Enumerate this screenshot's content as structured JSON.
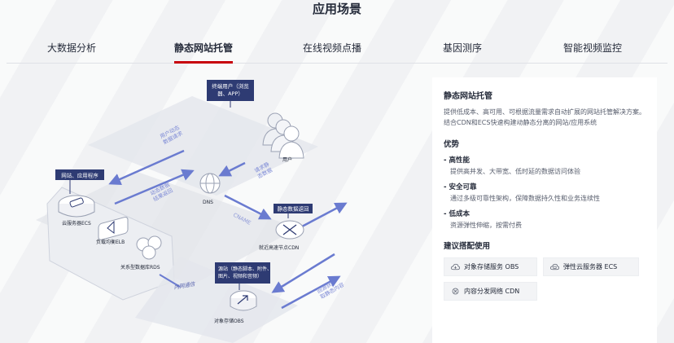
{
  "page": {
    "title": "应用场景"
  },
  "tabs": [
    {
      "label": "大数据分析"
    },
    {
      "label": "静态网站托管"
    },
    {
      "label": "在线视频点播"
    },
    {
      "label": "基因测序"
    },
    {
      "label": "智能视频监控"
    }
  ],
  "diagram": {
    "end_user_box": "终端用户（浏览器、APP）",
    "end_user_box_l1": "终端用户（浏览",
    "end_user_box_l2": "器、APP）",
    "user_label": "用户",
    "site_box": "网站、应用程序",
    "ecs_label": "云服务器ECS",
    "elb_label": "负载均衡ELB",
    "rds_label": "关系型数据库RDS",
    "dns_label": "DNS",
    "static_return_box": "静态数据返回",
    "cdn_label": "就近高速节点CDN",
    "origin_box_l1": "源站（静态脚本、附件、",
    "origin_box_l2": "图片、视频和音频）",
    "obs_label": "对象存储OBS",
    "flow_user_dynamic_l1": "用户动态",
    "flow_user_dynamic_l2": "数据请求",
    "flow_user_static_l1": "请求静",
    "flow_user_static_l2": "态数据",
    "flow_dynamic_return_l1": "动态数据",
    "flow_dynamic_return_l2": "结果返回",
    "flow_cname": "CNAME",
    "flow_intranet": "内网通信",
    "flow_origin_fetch_l1": "回源获",
    "flow_origin_fetch_l2": "取静态内容"
  },
  "panel": {
    "title": "静态网站托管",
    "description": "提供低成本、高可用、可根据流量需求自动扩展的网站托管解决方案。结合CDN和ECS快速构建动静态分离的网站/应用系统",
    "advantages_title": "优势",
    "advantages": [
      {
        "title": "高性能",
        "desc": "提供高并发、大带宽、低时延的数据访问体验"
      },
      {
        "title": "安全可靠",
        "desc": "通过多级可靠性架构，保障数据持久性和业务连续性"
      },
      {
        "title": "低成本",
        "desc": "资源弹性伸缩，按需付费"
      }
    ],
    "recommend_title": "建议搭配使用",
    "services": [
      {
        "label": "对象存储服务 OBS",
        "icon": "cloud-storage-icon"
      },
      {
        "label": "弹性云服务器 ECS",
        "icon": "cloud-server-icon"
      },
      {
        "label": "内容分发网络 CDN",
        "icon": "cdn-icon"
      }
    ]
  },
  "colors": {
    "accent": "#c7000b",
    "node_blue": "#2e3b73",
    "arrow_blue": "#6a7bd0"
  }
}
